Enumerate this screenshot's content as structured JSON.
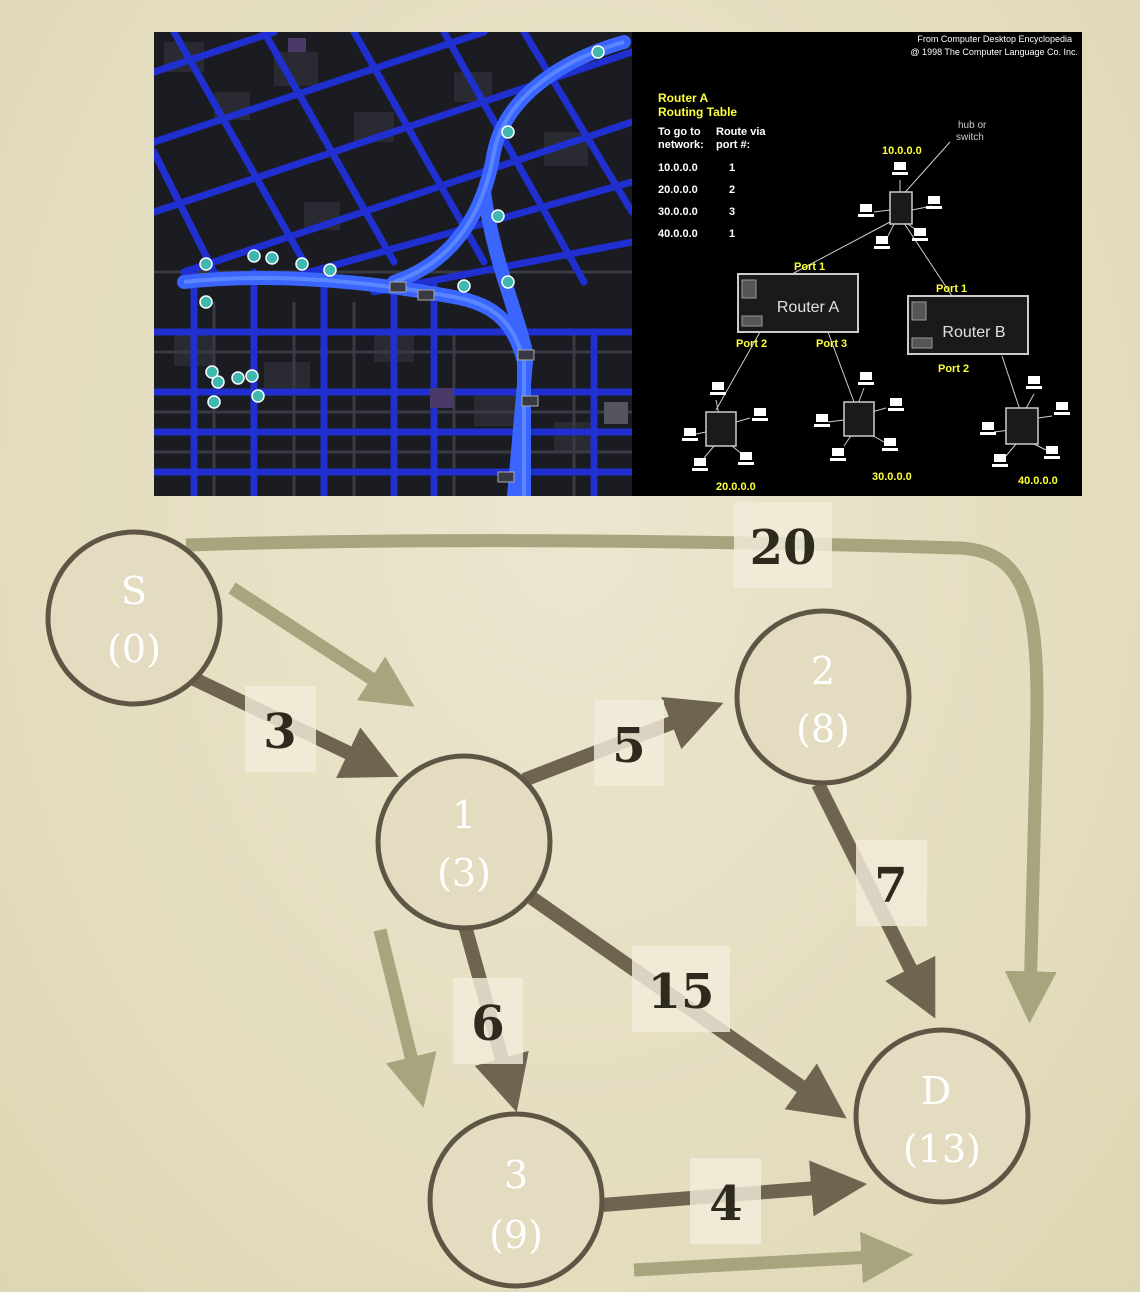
{
  "routing_figure": {
    "credit_line1": "From Computer Desktop Encyclopedia",
    "credit_line2": "@ 1998 The Computer Language Co. Inc.",
    "table_title1": "Router A",
    "table_title2": "Routing Table",
    "col1_h1": "To go to",
    "col1_h2": "network:",
    "col2_h1": "Route via",
    "col2_h2": "port #:",
    "rows": [
      {
        "network": "10.0.0.0",
        "port": "1"
      },
      {
        "network": "20.0.0.0",
        "port": "2"
      },
      {
        "network": "30.0.0.0",
        "port": "3"
      },
      {
        "network": "40.0.0.0",
        "port": "1"
      }
    ],
    "hub_label1": "hub or",
    "hub_label2": "switch",
    "net_10": "10.0.0.0",
    "net_20": "20.0.0.0",
    "net_30": "30.0.0.0",
    "net_40": "40.0.0.0",
    "router_a": "Router A",
    "router_b": "Router B",
    "a_port1": "Port 1",
    "a_port2": "Port 2",
    "a_port3": "Port 3",
    "b_port1": "Port 1",
    "b_port2": "Port 2"
  },
  "graph": {
    "nodes": [
      {
        "id": "S",
        "name": "S",
        "dist": "(0)"
      },
      {
        "id": "1",
        "name": "1",
        "dist": "(3)"
      },
      {
        "id": "2",
        "name": "2",
        "dist": "(8)"
      },
      {
        "id": "3",
        "name": "3",
        "dist": "(9)"
      },
      {
        "id": "D",
        "name": "D",
        "dist": "(13)"
      }
    ],
    "edges": [
      {
        "from": "S",
        "to": "1",
        "weight": "3"
      },
      {
        "from": "1",
        "to": "2",
        "weight": "5"
      },
      {
        "from": "1",
        "to": "3",
        "weight": "6"
      },
      {
        "from": "1",
        "to": "D",
        "weight": "15"
      },
      {
        "from": "2",
        "to": "D",
        "weight": "7"
      },
      {
        "from": "3",
        "to": "D",
        "weight": "4"
      },
      {
        "from": "S",
        "to": "D",
        "weight": "20"
      }
    ],
    "colors": {
      "node_stroke": "#5e5545",
      "node_fill": "#e3dcc0",
      "edge": "#6e6450",
      "highlight": "#a8a47e",
      "background": "#e6e0c4"
    }
  }
}
